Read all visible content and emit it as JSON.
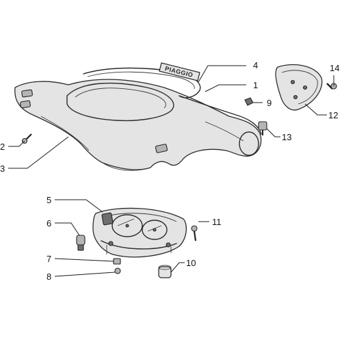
{
  "logo_text": "PIAGGIO",
  "callouts": [
    {
      "id": "1",
      "label": "1"
    },
    {
      "id": "2",
      "label": "2"
    },
    {
      "id": "3",
      "label": "3"
    },
    {
      "id": "4",
      "label": "4"
    },
    {
      "id": "5",
      "label": "5"
    },
    {
      "id": "6",
      "label": "6"
    },
    {
      "id": "7",
      "label": "7"
    },
    {
      "id": "8",
      "label": "8"
    },
    {
      "id": "9",
      "label": "9"
    },
    {
      "id": "10",
      "label": "10"
    },
    {
      "id": "11",
      "label": "11"
    },
    {
      "id": "12",
      "label": "12"
    },
    {
      "id": "13",
      "label": "13"
    },
    {
      "id": "14",
      "label": "14"
    }
  ]
}
